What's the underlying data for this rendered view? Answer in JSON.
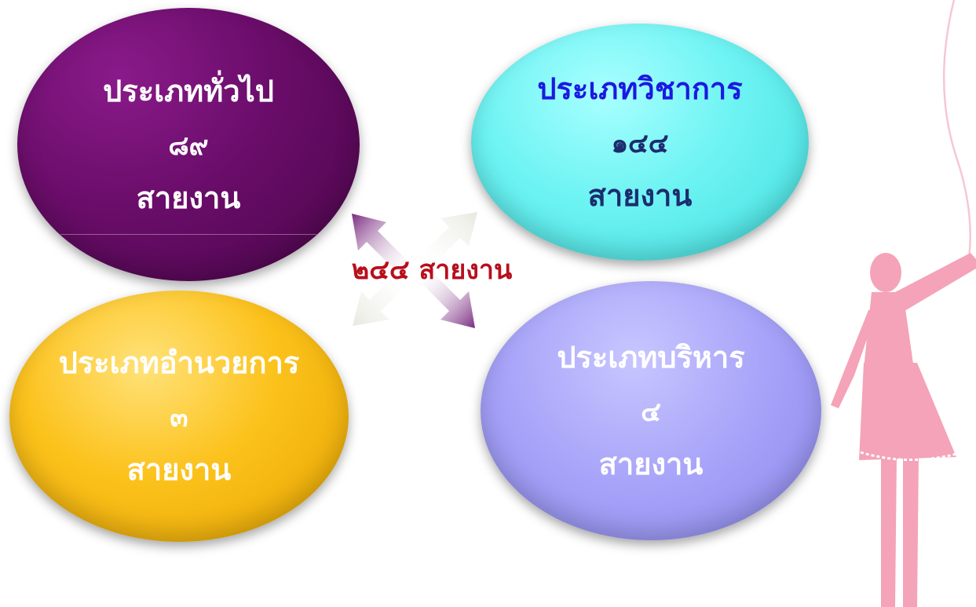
{
  "center": {
    "total": "๒๔๔ สายงาน"
  },
  "categories": [
    {
      "key": "general",
      "title": "ประเภททั่วไป",
      "count": "๘๙",
      "unit": "สายงาน"
    },
    {
      "key": "academic",
      "title": "ประเภทวิชาการ",
      "count": "๑๔๔",
      "unit": "สายงาน"
    },
    {
      "key": "facility",
      "title": "ประเภทอำนวยการ",
      "count": "๓",
      "unit": "สายงาน"
    },
    {
      "key": "admin",
      "title": "ประเภทบริหาร",
      "count": "๔",
      "unit": "สายงาน"
    }
  ],
  "colors": {
    "general": "#6a0d6a",
    "academic": "#6ef3f3",
    "facility": "#fcc21c",
    "admin": "#a7a3f9",
    "total_text": "#b80f1c",
    "decoration": "#f4a3b8"
  },
  "icons": [
    "arrow-up-left-icon",
    "arrow-up-right-icon",
    "arrow-down-left-icon",
    "arrow-down-right-icon",
    "girl-silhouette-icon"
  ]
}
